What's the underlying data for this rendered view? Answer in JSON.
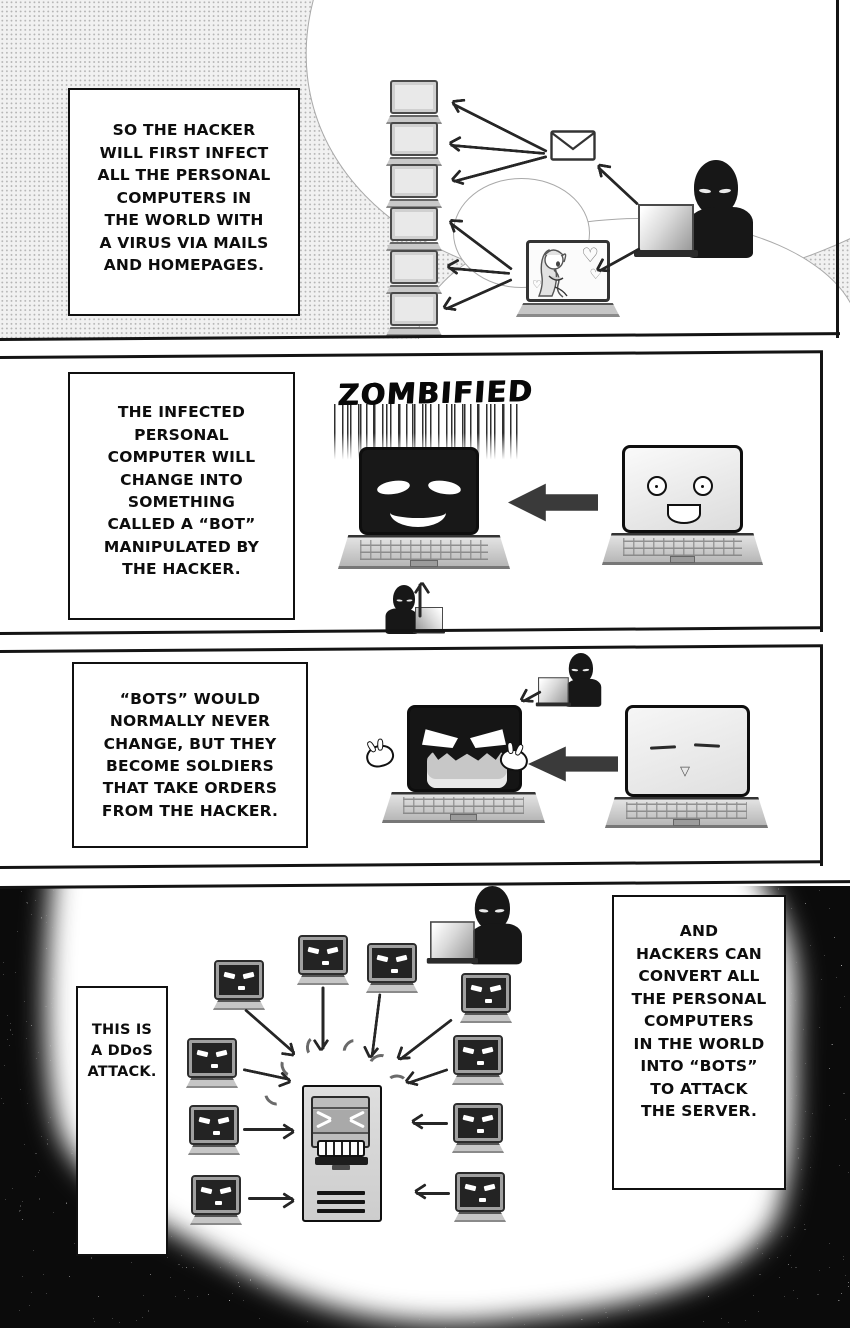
{
  "page_title": "DDoS attack explainer manga page",
  "colors": {
    "ink": "#141414",
    "paper": "#ffffff",
    "halftone_dot": "#b5b5b5",
    "dark_screen": "#232323",
    "block_arrow": "#3a3a3a",
    "laptop_gray": "#c9c9c9"
  },
  "panel1": {
    "caption": "SO THE HACKER\nWILL FIRST INFECT\nALL THE PERSONAL\nCOMPUTERS IN\nTHE WORLD WITH\nA VIRUS VIA MAILS\nAND HOMEPAGES."
  },
  "panel2": {
    "caption": "THE INFECTED\nPERSONAL\nCOMPUTER WILL\nCHANGE INTO\nSOMETHING\nCALLED A “BOT”\nMANIPULATED BY\nTHE HACKER.",
    "sfx": "ZOMBIFIED"
  },
  "panel3": {
    "caption": "“BOTS” WOULD\nNORMALLY NEVER\nCHANGE, BUT THEY\nBECOME SOLDIERS\nTHAT TAKE ORDERS\nFROM THE HACKER."
  },
  "panel4": {
    "caption_left": "THIS IS\nA DDoS\nATTACK.",
    "caption_right": "AND\nHACKERS CAN\nCONVERT ALL\nTHE PERSONAL\nCOMPUTERS\nIN THE WORLD\nINTO “BOTS”\nTO ATTACK\nTHE SERVER."
  },
  "icons": {
    "heart_glyph": "♡",
    "calm_mouth_glyph": "▽"
  }
}
